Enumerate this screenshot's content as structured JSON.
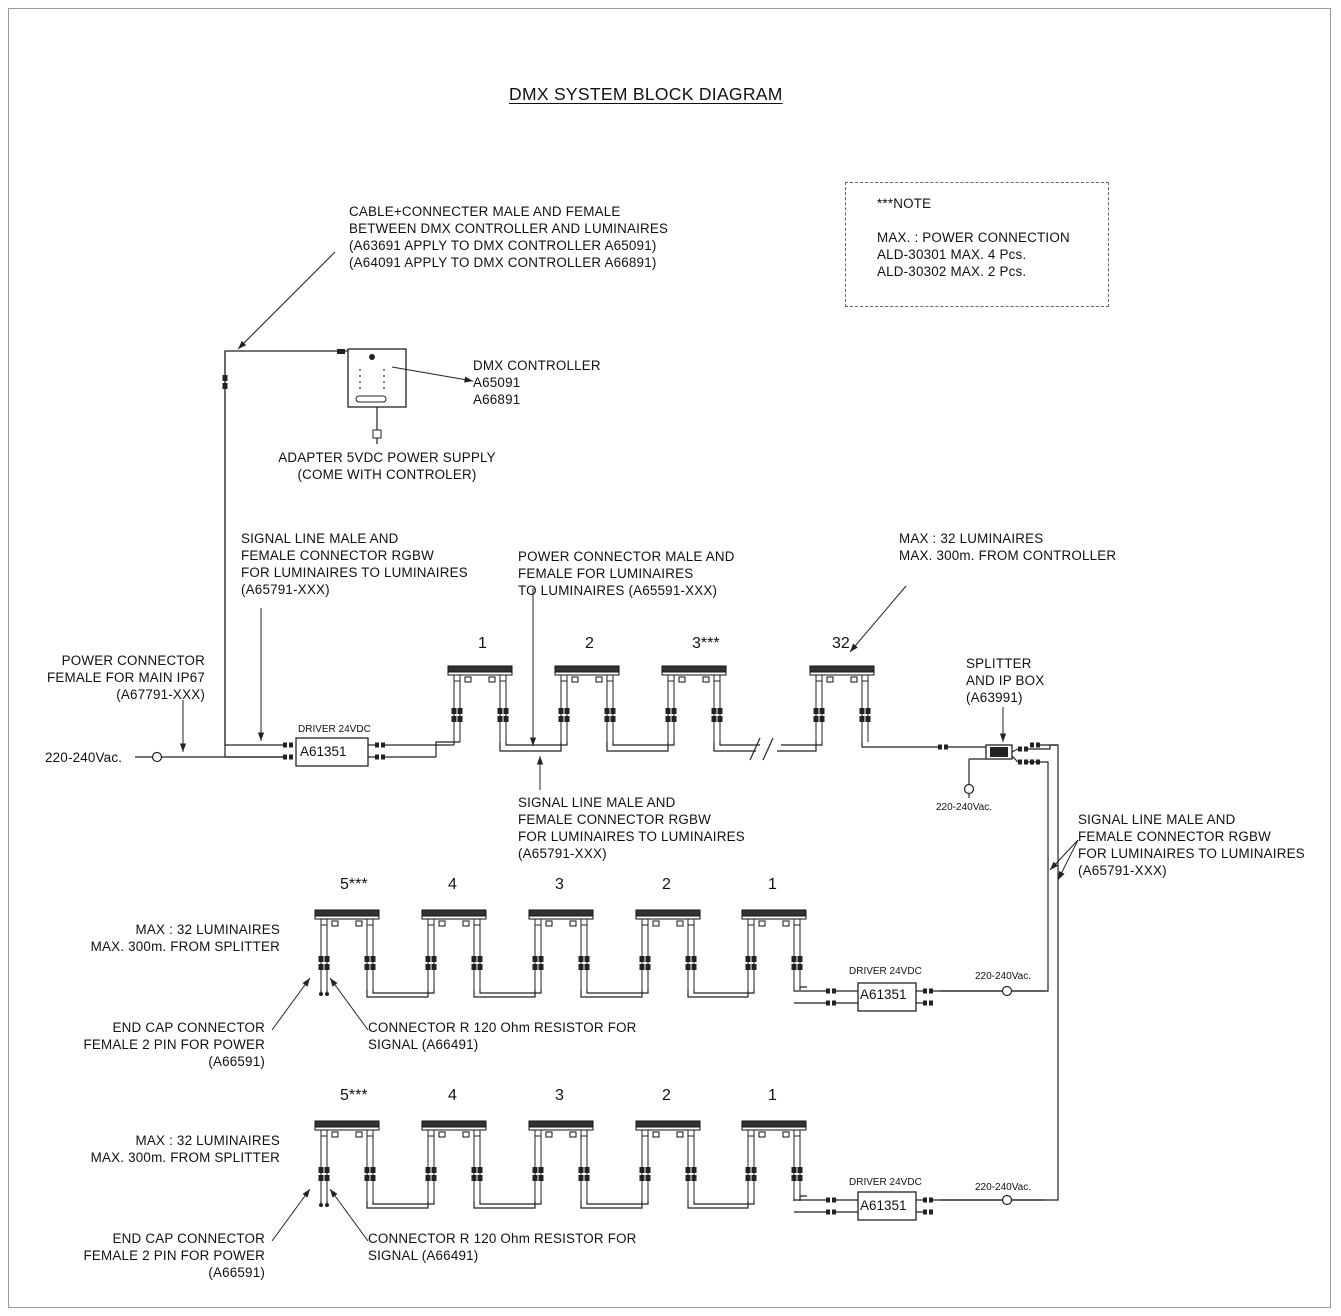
{
  "title": "DMX SYSTEM BLOCK DIAGRAM",
  "note": {
    "heading": "***NOTE",
    "lines": [
      "MAX. : POWER CONNECTION",
      "ALD-30301 MAX. 4 Pcs.",
      "ALD-30302 MAX. 2 Pcs."
    ]
  },
  "cable_label": [
    "CABLE+CONNECTER MALE AND FEMALE",
    "BETWEEN DMX CONTROLLER AND LUMINAIRES",
    "(A63691 APPLY TO DMX CONTROLLER A65091)",
    "(A64091 APPLY TO DMX CONTROLLER A66891)"
  ],
  "controller_label": [
    "DMX CONTROLLER",
    "A65091",
    "A66891"
  ],
  "adapter_label": [
    "ADAPTER 5VDC POWER SUPPLY",
    "(COME WITH CONTROLER)"
  ],
  "signal_line_label": [
    "SIGNAL LINE MALE AND",
    "FEMALE CONNECTOR RGBW",
    "FOR LUMINAIRES TO LUMINAIRES",
    "(A65791-XXX)"
  ],
  "power_connector_label": [
    "POWER CONNECTOR MALE AND",
    "FEMALE FOR LUMINAIRES",
    "TO LUMINAIRES (A65591-XXX)"
  ],
  "max_controller_label": [
    "MAX : 32 LUMINAIRES",
    "MAX. 300m. FROM CONTROLLER"
  ],
  "power_main_label": [
    "POWER CONNECTOR",
    "FEMALE FOR MAIN IP67",
    "(A67791-XXX)"
  ],
  "mains_voltage": "220-240Vac.",
  "driver_label": "DRIVER 24VDC",
  "driver_code": "A61351",
  "splitter_label": [
    "SPLITTER",
    "AND IP BOX",
    "(A63991)"
  ],
  "row1_numbers": [
    "1",
    "2",
    "3***",
    "32"
  ],
  "row2_numbers": [
    "5***",
    "4",
    "3",
    "2",
    "1"
  ],
  "row3_numbers": [
    "5***",
    "4",
    "3",
    "2",
    "1"
  ],
  "max_splitter_label": [
    "MAX : 32 LUMINAIRES",
    "MAX. 300m. FROM SPLITTER"
  ],
  "end_cap_label": [
    "END CAP CONNECTOR",
    "FEMALE 2 PIN FOR POWER",
    "(A66591)"
  ],
  "resistor_label": [
    "CONNECTOR R 120 Ohm RESISTOR FOR",
    "SIGNAL (A66491)"
  ]
}
